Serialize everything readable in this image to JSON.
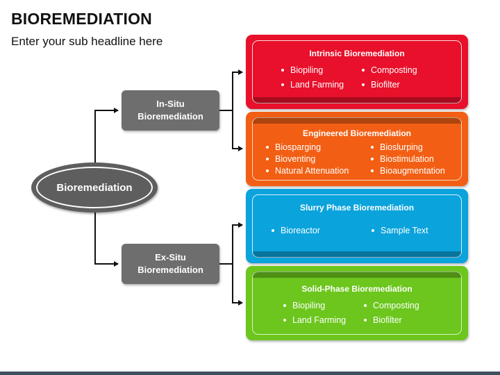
{
  "title": "BIOREMEDIATION",
  "subtitle": "Enter your sub headline here",
  "root": {
    "label": "Bioremediation"
  },
  "in_situ": {
    "line1": "In-Situ",
    "line2": "Bioremediation"
  },
  "ex_situ": {
    "line1": "Ex-Situ",
    "line2": "Bioremediation"
  },
  "cards": [
    {
      "title": "Intrinsic Bioremediation",
      "color": "#e8102b",
      "items": [
        "Biopiling",
        "Composting",
        "Land Farming",
        "Biofilter"
      ]
    },
    {
      "title": "Engineered Bioremediation",
      "color": "#f25f14",
      "items": [
        "Biosparging",
        "Bioslurping",
        "Bioventing",
        "Biostimulation",
        "Natural Attenuation",
        "Bioaugmentation"
      ]
    },
    {
      "title": "Slurry Phase Bioremediation",
      "color": "#0aa3dc",
      "items": [
        "Bioreactor",
        "Sample Text"
      ]
    },
    {
      "title": "Solid-Phase Bioremediation",
      "color": "#6cc61d",
      "items": [
        "Biopiling",
        "Composting",
        "Land Farming",
        "Biofilter"
      ]
    }
  ]
}
